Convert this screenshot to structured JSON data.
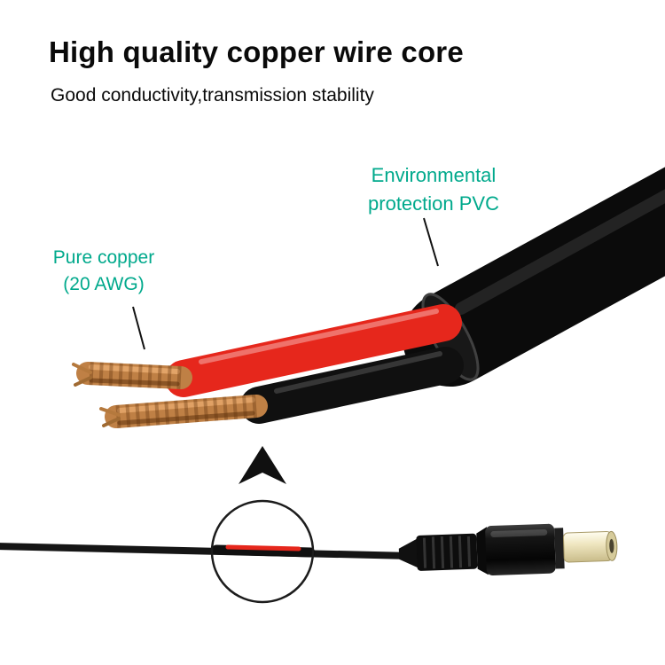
{
  "title": "High quality copper wire core",
  "subtitle": "Good conductivity,transmission stability",
  "labels": {
    "pvc": {
      "line1": "Environmental",
      "line2": "protection PVC"
    },
    "copper": {
      "line1": "Pure copper",
      "line2": "(20 AWG)"
    }
  },
  "icons": {
    "up_arrow": "up-arrow"
  },
  "colors": {
    "accent": "#00a98c",
    "wire-red": "#e6271c",
    "copper": "#bf8045",
    "cable-black": "#101010"
  }
}
